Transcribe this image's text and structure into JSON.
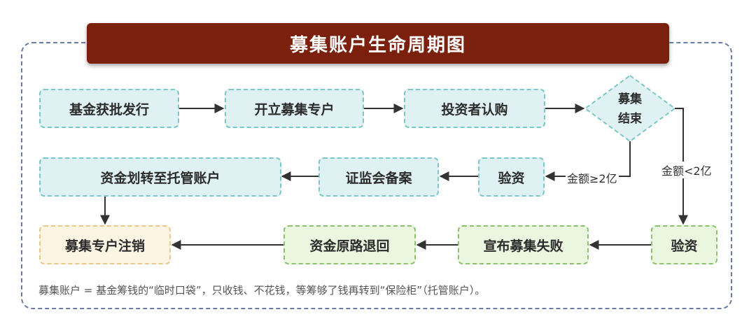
{
  "title": "募集账户生命周期图",
  "nodes": {
    "fund_approval": "基金获批发行",
    "open_account": "开立募集专户",
    "investor_subscribe": "投资者认购",
    "raise_end_line1": "募集",
    "raise_end_line2": "结束",
    "verify_capital": "验资",
    "csrc_filing": "证监会备案",
    "transfer_custody": "资金划转至托管账户",
    "cancel_account": "募集专户注销",
    "refund": "资金原路退回",
    "announce_fail": "宣布募集失败",
    "verify_capital_2": "验资"
  },
  "edge_labels": {
    "amount_ge": "金额≥2亿",
    "amount_lt": "金额<2亿"
  },
  "footnote": "募集账户 = 基金筹钱的“临时口袋”，只收钱、不花钱，等筹够了钱再转到“保险柜”（托管账户）。",
  "colors": {
    "title_bg": "#7b200c",
    "node_blue": "#dff1f2",
    "node_green": "#eaf6e0",
    "node_yellow": "#fdf5e3",
    "frame_border": "#6b7aa6"
  }
}
